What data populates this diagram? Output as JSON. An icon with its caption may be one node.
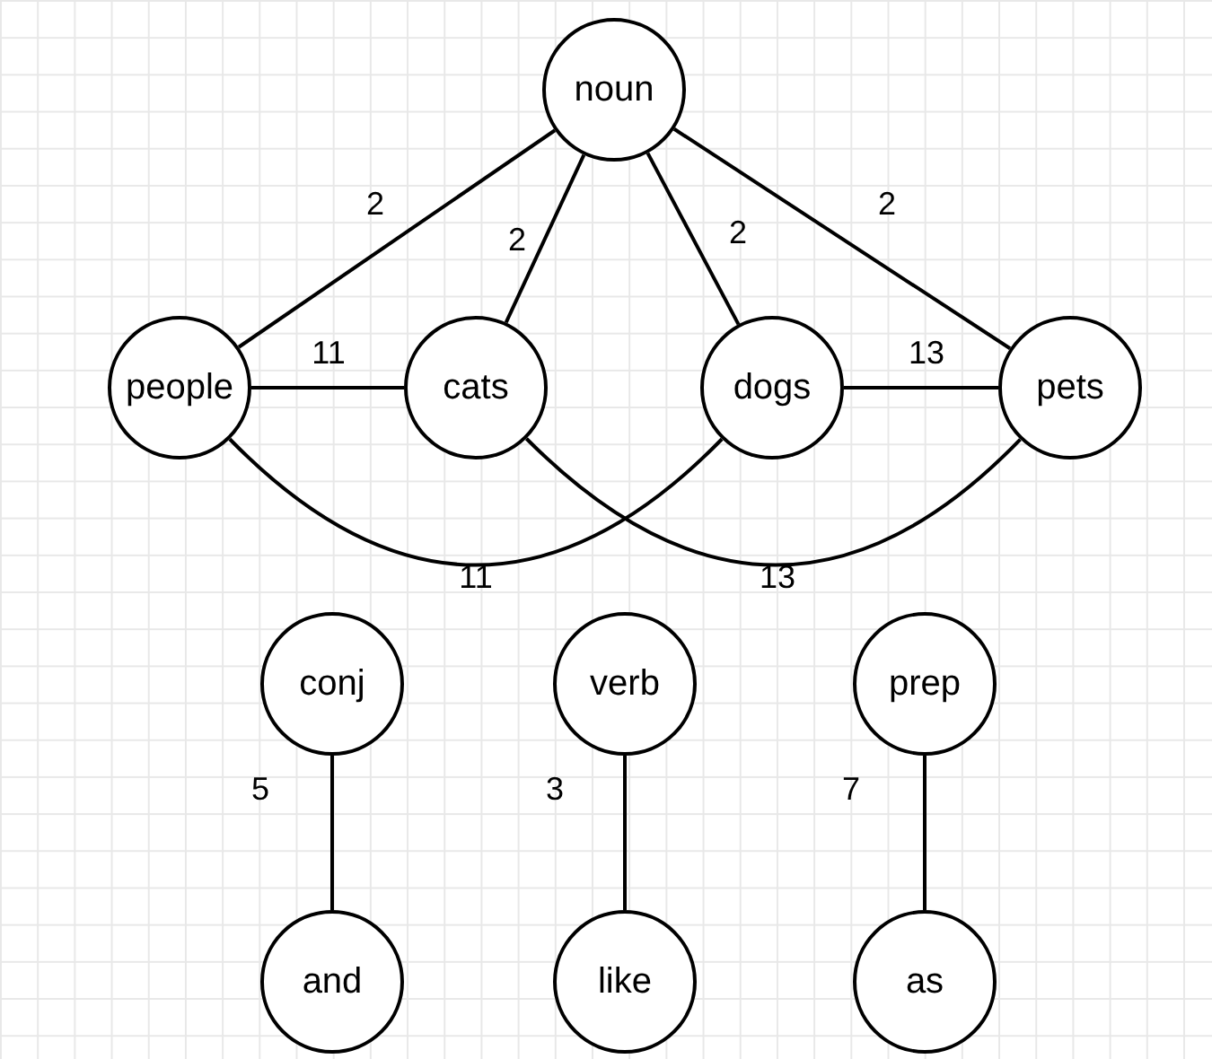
{
  "diagram": {
    "nodes": [
      {
        "text": [
          "noun"
        ]
      },
      {
        "text": [
          "people"
        ]
      },
      {
        "text": [
          "cats"
        ]
      },
      {
        "text": [
          "dogs"
        ]
      },
      {
        "text": [
          "pets"
        ]
      },
      {
        "text": [
          "conj"
        ]
      },
      {
        "text": [
          "verb"
        ]
      },
      {
        "text": [
          "prep"
        ]
      },
      {
        "text": [
          "and"
        ]
      },
      {
        "text": [
          "like"
        ]
      },
      {
        "text": [
          "as"
        ]
      }
    ],
    "edges": [
      {
        "from": 0,
        "to": 1,
        "arrow": "none",
        "label": "2"
      },
      {
        "from": 0,
        "to": 2,
        "arrow": "none",
        "label": "2"
      },
      {
        "from": 0,
        "to": 3,
        "arrow": "none",
        "label": "2"
      },
      {
        "from": 0,
        "to": 4,
        "arrow": "none",
        "label": "2"
      },
      {
        "from": 1,
        "to": 2,
        "arrow": "none",
        "label": "11"
      },
      {
        "from": 3,
        "to": 4,
        "arrow": "none",
        "label": "13"
      },
      {
        "from": 1,
        "to": 3,
        "arrow": "none",
        "label": "11"
      },
      {
        "from": 2,
        "to": 4,
        "arrow": "none",
        "label": "13"
      },
      {
        "from": 5,
        "to": 8,
        "arrow": "none",
        "label": "5"
      },
      {
        "from": 6,
        "to": 9,
        "arrow": "none",
        "label": "3"
      },
      {
        "from": 7,
        "to": 10,
        "arrow": "none",
        "label": "7"
      }
    ]
  }
}
